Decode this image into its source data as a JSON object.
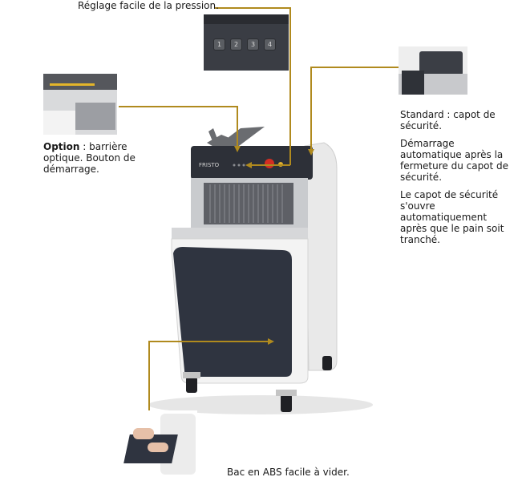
{
  "callouts": {
    "top": "Réglage facile de la pression.",
    "right": [
      "Standard : capot de sécurité.",
      "Démarrage automatique après la fermeture du capot de sécurité.",
      "Le capot de sécurité s'ouvre automatiquement après que le pain soit tranché."
    ],
    "left_bold": "Option",
    "left_rest": " : barrière optique. Bouton de démarrage.",
    "bottom": "Bac en ABS facile à vider."
  },
  "keypad": {
    "buttons": [
      "1",
      "2",
      "3",
      "4"
    ]
  },
  "machine": {
    "brand": "FRISTO"
  },
  "colors": {
    "callout_line": "#b08a1e",
    "panel_dark": "#2f3440",
    "body_white": "#f2f2f2"
  }
}
